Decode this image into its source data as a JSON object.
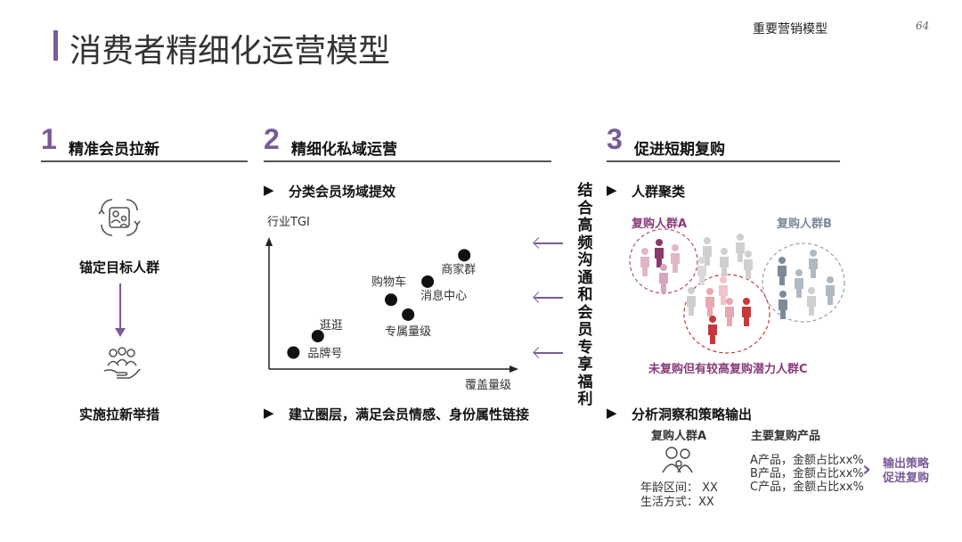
{
  "header": {
    "title": "消费者精细化运营模型",
    "section_label": "重要营销模型",
    "page_number": "64"
  },
  "sections": [
    {
      "number": "1",
      "title": "精准会员拉新"
    },
    {
      "number": "2",
      "title": "精细化私域运营"
    },
    {
      "number": "3",
      "title": "促进短期复购"
    }
  ],
  "col1": {
    "label_top": "锚定目标人群",
    "label_bottom": "实施拉新举措",
    "icon_top": "puzzle-people-icon",
    "icon_bottom": "group-hand-icon"
  },
  "col2": {
    "subtitle_top": "分类会员场域提效",
    "subtitle_bottom": "建立圈层，满足会员情感、身份属性链接",
    "chart_data": {
      "type": "scatter",
      "ylabel": "行业TGI",
      "xlabel": "覆盖量级",
      "points": [
        {
          "label": "品牌号",
          "x": 1,
          "y": 1
        },
        {
          "label": "逛逛",
          "x": 2,
          "y": 2
        },
        {
          "label": "购物车",
          "x": 5,
          "y": 4.2
        },
        {
          "label": "专属量级",
          "x": 5.7,
          "y": 3.3
        },
        {
          "label": "消息中心",
          "x": 6.5,
          "y": 5.3
        },
        {
          "label": "商家群",
          "x": 8,
          "y": 6.9
        }
      ],
      "xlim": [
        0,
        10
      ],
      "ylim": [
        0,
        8
      ]
    }
  },
  "connector": {
    "text": "结合高频沟通和会员专享福利"
  },
  "col3": {
    "subtitle_top": "人群聚类",
    "group_a": "复购人群A",
    "group_b": "复购人群B",
    "group_c": "未复购但有较高复购潜力人群C",
    "subtitle_bottom": "分析洞察和策略输出",
    "persona_title": "复购人群A",
    "persona_age": "年龄区间： XX",
    "persona_life": "生活方式：XX",
    "products_title": "主要复购产品",
    "products": [
      "A产品，金额占比xx%",
      "B产品，金额占比xx%",
      "C产品，金额占比xx%"
    ],
    "output_line1": "输出策略",
    "output_line2": "促进复购"
  },
  "colors": {
    "accent": "#7b5a98",
    "group_a": "#8a3a78",
    "group_b": "#7a8a9a"
  }
}
